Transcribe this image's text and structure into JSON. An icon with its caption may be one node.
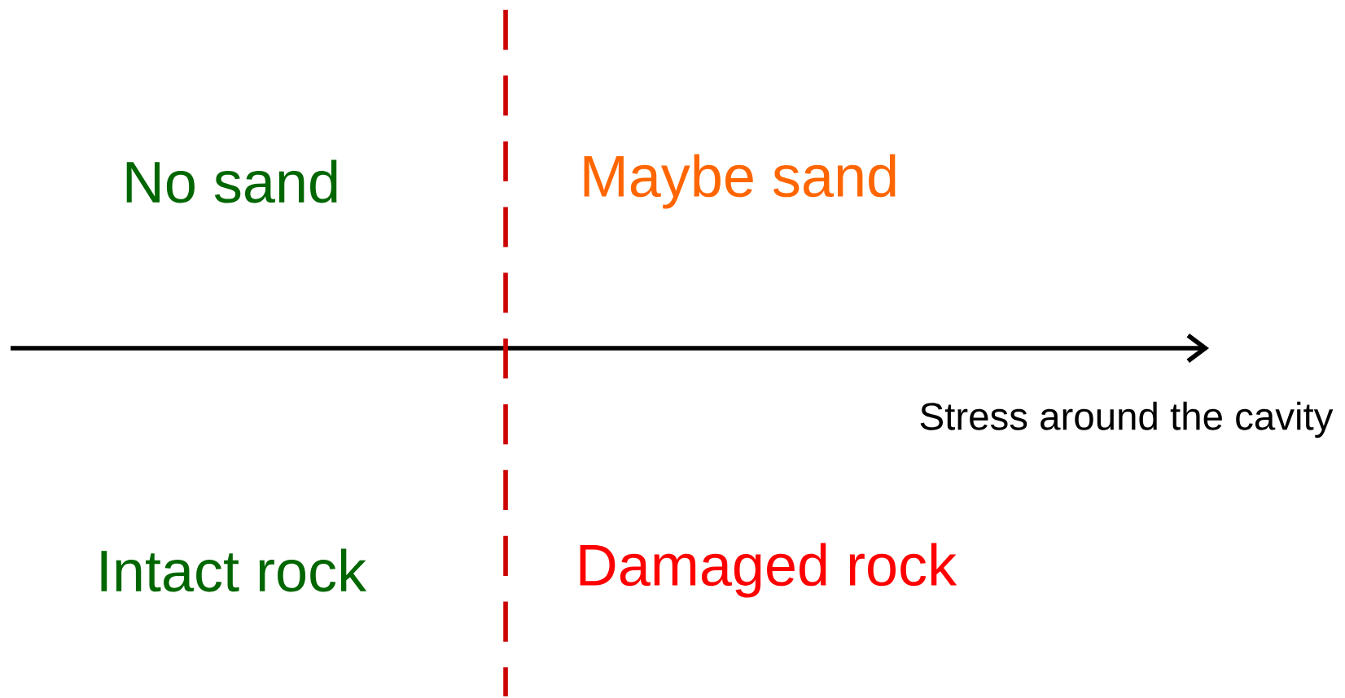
{
  "diagram": {
    "labels": [
      "No sand",
      "Maybe sand",
      "Stress around the cavity",
      "Intact rock",
      "Damaged rock"
    ]
  }
}
